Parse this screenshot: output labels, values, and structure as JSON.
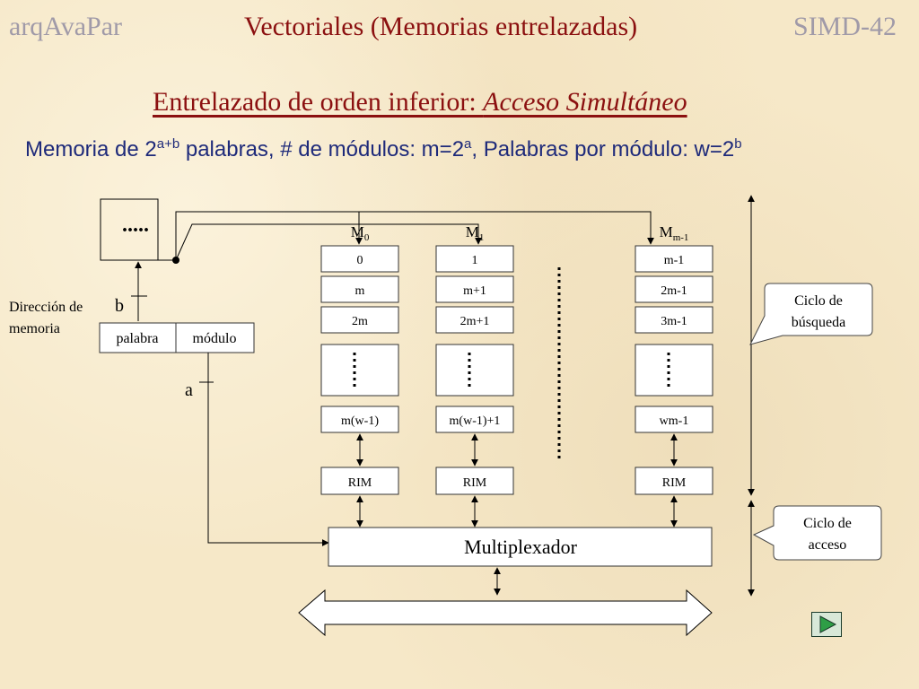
{
  "header": {
    "left": "arqAvaPar",
    "center": "Vectoriales (Memorias entrelazadas)",
    "right": "SIMD-42"
  },
  "subtitle": {
    "main": "Entrelazado de orden inferior: ",
    "italic": "Acceso Simultáneo"
  },
  "info": {
    "p1": "Memoria de 2",
    "p1_sup": "a+b",
    "p2": " palabras,  # de módulos: m=2",
    "p2_sup": "a",
    "p3": ", Palabras por módulo: w=2",
    "p3_sup": "b"
  },
  "diagram": {
    "dots_top": ".....",
    "address_label_line1": "Dirección de",
    "address_label_line2": "memoria",
    "b_label": "b",
    "a_label": "a",
    "field_word": "palabra",
    "field_module": "módulo",
    "modules": [
      {
        "name": "M",
        "sub": "0",
        "cells": [
          "0",
          "m",
          "2m"
        ],
        "last": "m(w-1)",
        "rim": "RIM"
      },
      {
        "name": "M",
        "sub": "1",
        "cells": [
          "1",
          "m+1",
          "2m+1"
        ],
        "last": "m(w-1)+1",
        "rim": "RIM"
      },
      {
        "name": "M",
        "sub": "m-1",
        "cells": [
          "m-1",
          "2m-1",
          "3m-1"
        ],
        "last": "wm-1",
        "rim": "RIM"
      }
    ],
    "multiplexer": "Multiplexador",
    "callout_fetch_line1": "Ciclo de",
    "callout_fetch_line2": "búsqueda",
    "callout_access_line1": "Ciclo de",
    "callout_access_line2": "acceso"
  },
  "colors": {
    "title": "#8b1010",
    "header_gray": "#a09aa8",
    "info_blue": "#1e2a7a",
    "nav_green": "#2e9e46",
    "nav_border": "#1a3a2a"
  },
  "icons": {
    "nav": "play-triangle-icon"
  }
}
